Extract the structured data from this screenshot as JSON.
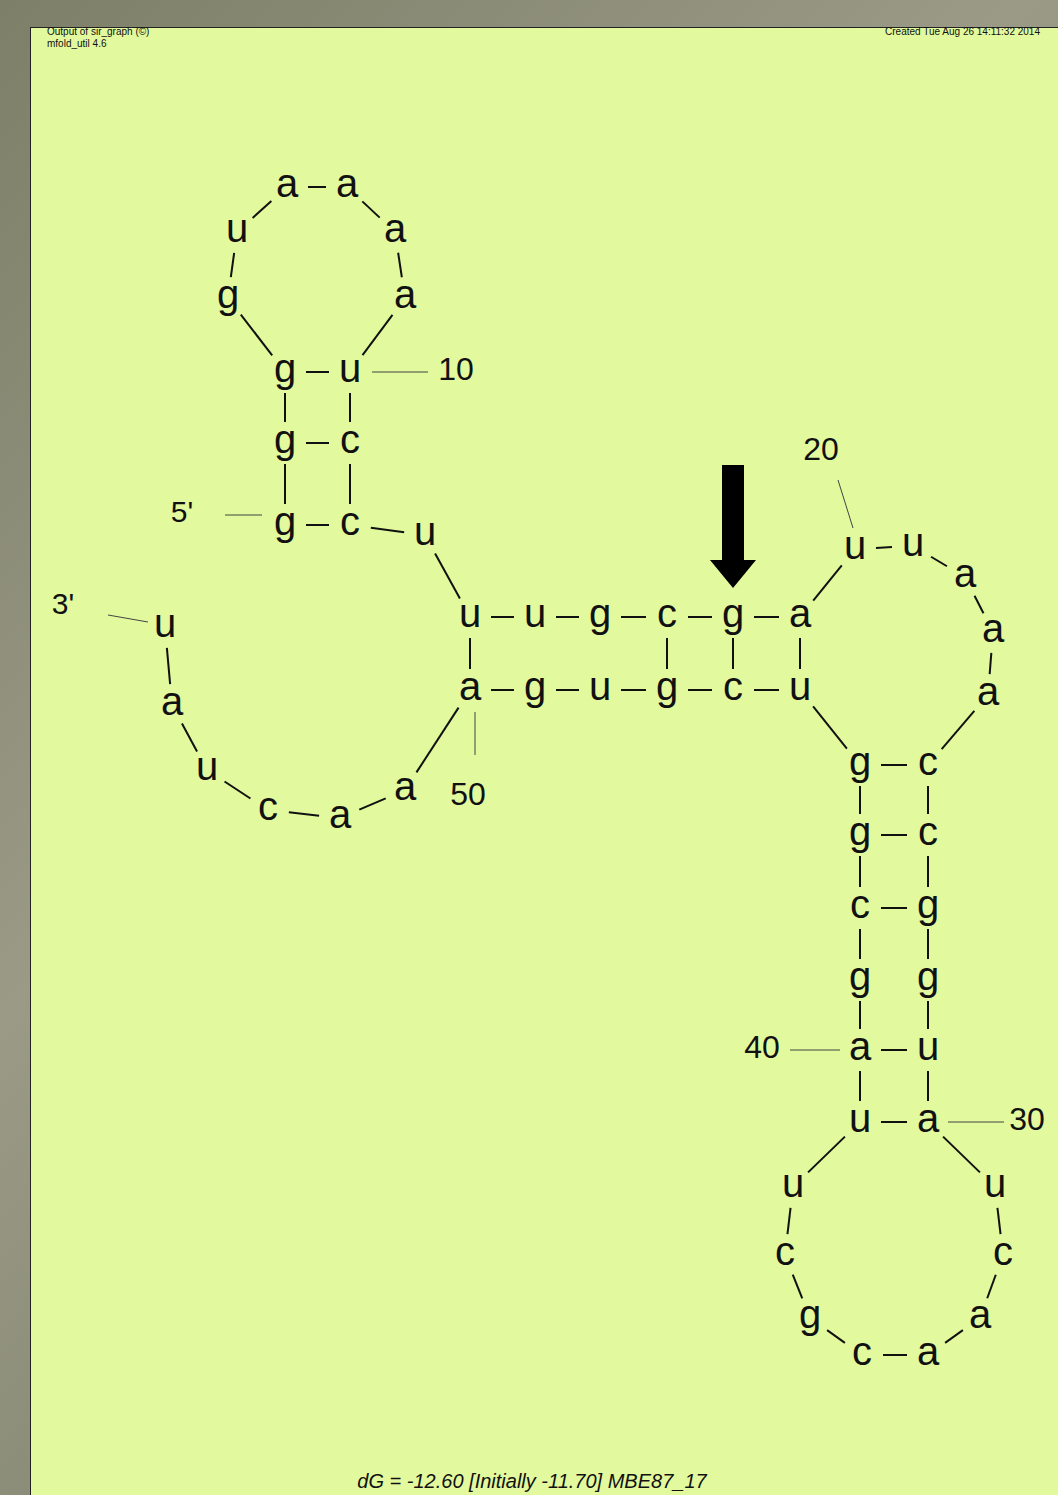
{
  "diagram": {
    "caption": "dG = -12.60 [Initially -11.70] MBE87_17",
    "labels": [
      "Output of sir_graph (©)",
      "mfold_util 4.6",
      "Created Tue Aug 26 14:11:32 2014",
      "g",
      "g",
      "g",
      "g",
      "u",
      "a",
      "a",
      "a",
      "a",
      "u",
      "c",
      "c",
      "u",
      "u",
      "u",
      "g",
      "c",
      "g",
      "a",
      "u",
      "u",
      "a",
      "a",
      "a",
      "c",
      "c",
      "g",
      "g",
      "u",
      "a",
      "u",
      "c",
      "a",
      "a",
      "c",
      "g",
      "c",
      "u",
      "u",
      "a",
      "g",
      "c",
      "g",
      "g",
      "u",
      "c",
      "g",
      "u",
      "g",
      "a",
      "a",
      "a",
      "c",
      "u",
      "a",
      "u",
      "5'",
      "3'",
      "10",
      "20",
      "30",
      "40",
      "50"
    ]
  }
}
